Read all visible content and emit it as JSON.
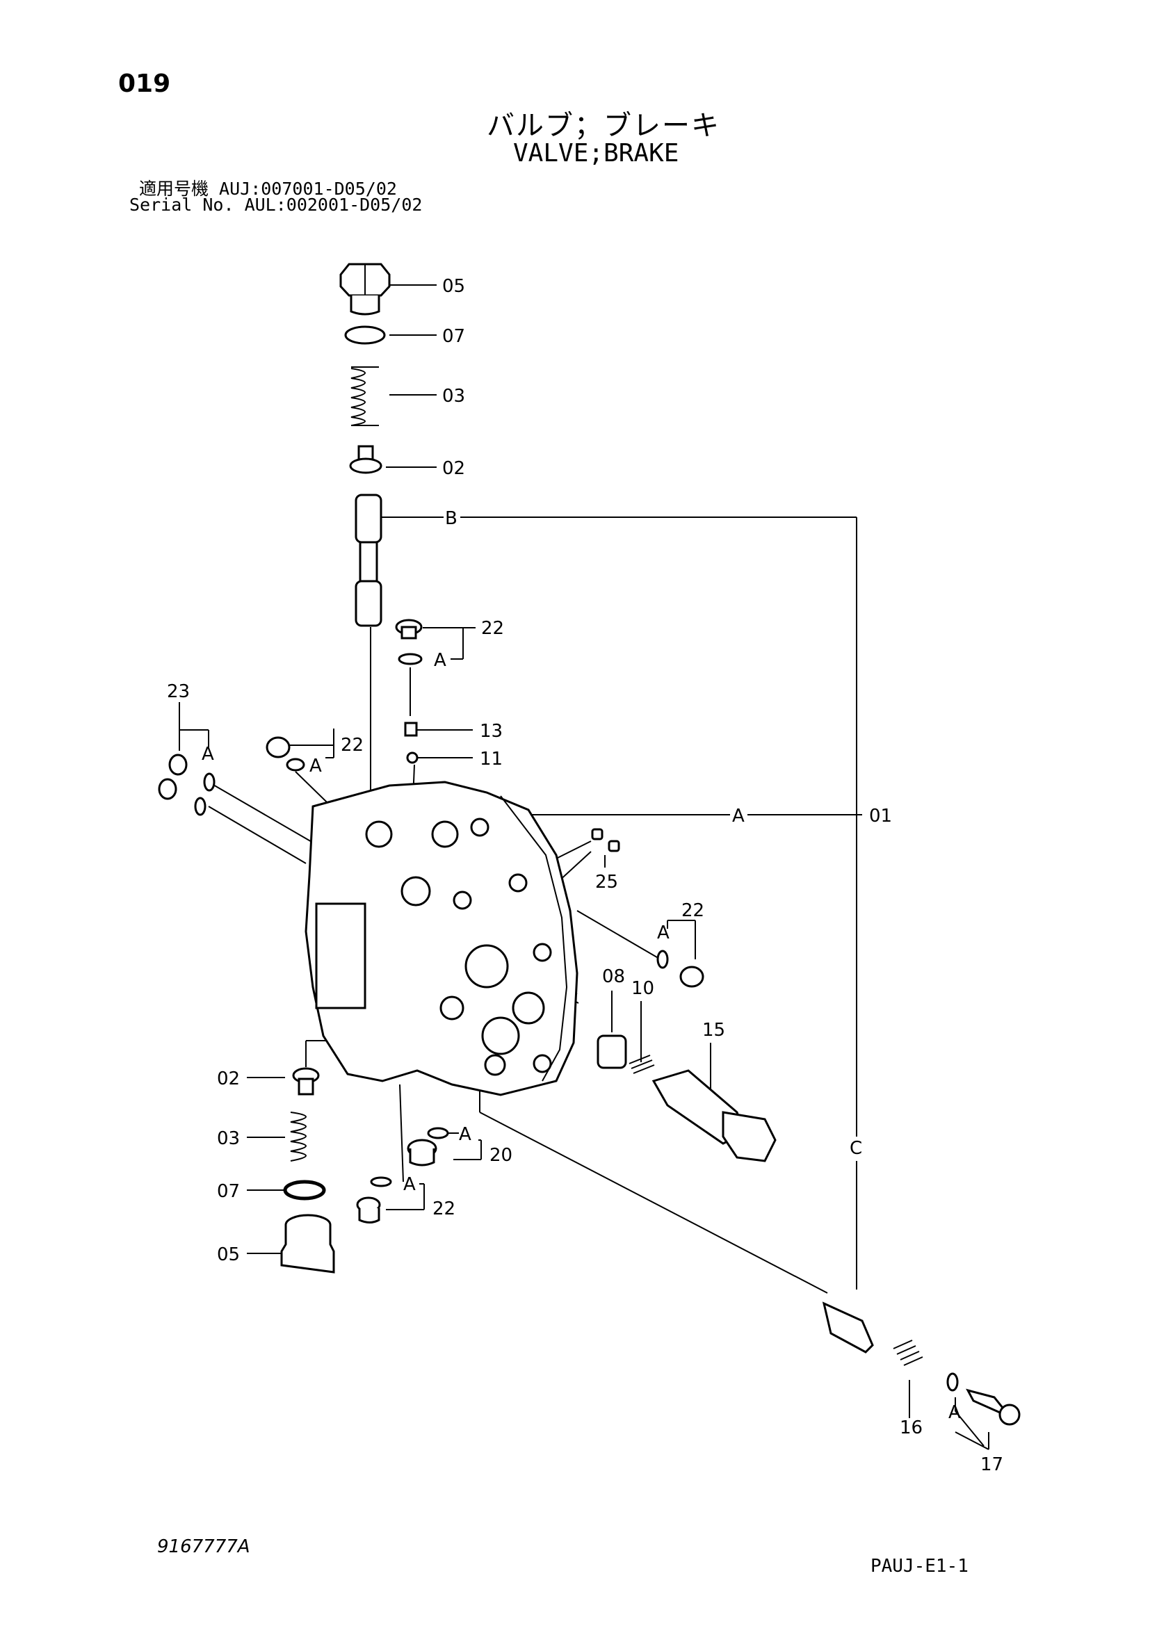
{
  "header": {
    "page_number": "019",
    "title_jp": "バルブ；ブレーキ",
    "title_en": "VALVE;BRAKE",
    "serial_line_1": "適用号機  AUJ:007001-D05/02",
    "serial_line_2": "Serial No. AUL:002001-D05/02"
  },
  "callouts": {
    "c01": "01",
    "c02a": "02",
    "c02b": "02",
    "c03a": "03",
    "c03b": "03",
    "c05a": "05",
    "c05b": "05",
    "c07a": "07",
    "c07b": "07",
    "c08": "08",
    "c10": "10",
    "c11": "11",
    "c13": "13",
    "c15": "15",
    "c16": "16",
    "c17": "17",
    "c20": "20",
    "c22a": "22",
    "c22b": "22",
    "c22c": "22",
    "c22d": "22",
    "c23": "23",
    "c25": "25"
  },
  "references": {
    "a1": "A",
    "a2": "A",
    "a3": "A",
    "a4": "A",
    "a5": "A",
    "a6": "A",
    "a7": "A",
    "a8": "A",
    "b": "B",
    "c": "C"
  },
  "footer": {
    "drawing_code": "9167777A",
    "page_code": "PAUJ-E1-1"
  }
}
